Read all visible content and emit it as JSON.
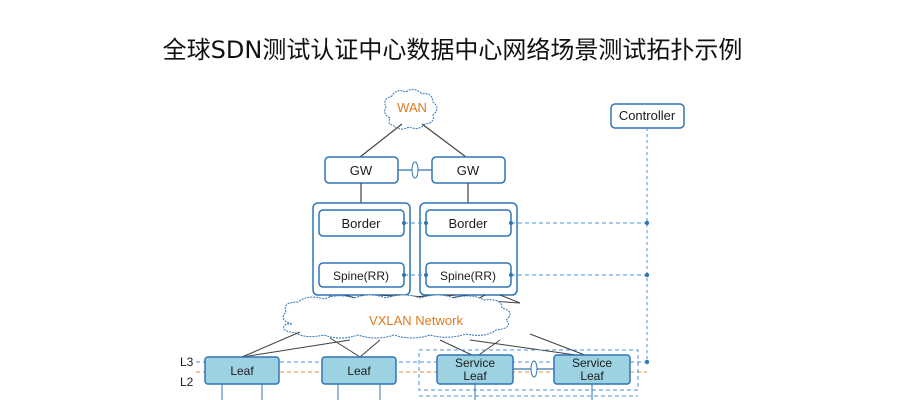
{
  "title": "全球SDN测试认证中心数据中心网络场景测试拓扑示例",
  "nodes": {
    "wan": "WAN",
    "controller": "Controller",
    "gw_left": "GW",
    "gw_right": "GW",
    "border_left": "Border",
    "border_right": "Border",
    "spine_left": "Spine(RR)",
    "spine_right": "Spine(RR)",
    "vxlan": "VXLAN Network",
    "leaf1": "Leaf",
    "leaf2": "Leaf",
    "service_leaf1_line1": "Service",
    "service_leaf1_line2": "Leaf",
    "service_leaf2_line1": "Service",
    "service_leaf2_line2": "Leaf"
  },
  "layers": {
    "l3": "L3",
    "l2": "L2"
  },
  "colors": {
    "node_border": "#2e75b6",
    "leaf_fill": "#9dd2e3",
    "link_gray": "#404040",
    "l3_line": "#4a90d9",
    "l2_line": "#f0a060",
    "accent_text": "#e07a20"
  }
}
